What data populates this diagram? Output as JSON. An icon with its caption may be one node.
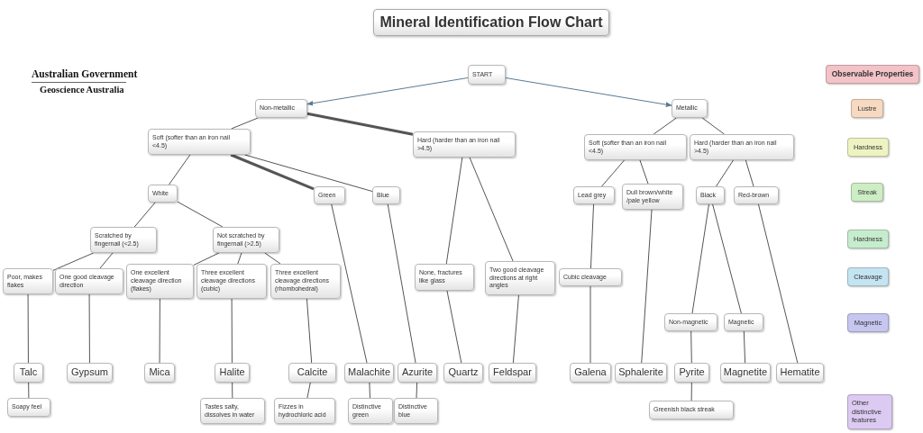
{
  "diagram": {
    "title": "Mineral Identification Flow Chart",
    "nodes": [
      {
        "text": [
          "START"
        ]
      },
      {
        "text": [
          "Non-metallic"
        ]
      },
      {
        "text": [
          "Metallic"
        ]
      },
      {
        "text": [
          "Soft (softer than an iron nail <4.5)"
        ]
      },
      {
        "text": [
          "Hard (harder than an iron nail >4.5)"
        ]
      },
      {
        "text": [
          "Soft (softer than an iron nail <4.5)"
        ]
      },
      {
        "text": [
          "Hard (harder than an iron nail >4.5)"
        ]
      },
      {
        "text": [
          "White"
        ]
      },
      {
        "text": [
          "Green"
        ]
      },
      {
        "text": [
          "Blue"
        ]
      },
      {
        "text": [
          "Lead grey"
        ]
      },
      {
        "text": [
          "Dull brown/white /pale yellow"
        ]
      },
      {
        "text": [
          "Black"
        ]
      },
      {
        "text": [
          "Red-brown"
        ]
      },
      {
        "text": [
          "Scratched by fingernail (<2.5)"
        ]
      },
      {
        "text": [
          "Not scratched by fingernail (>2.5)"
        ]
      },
      {
        "text": [
          "Poor, makes flakes"
        ]
      },
      {
        "text": [
          "One good cleavage direction"
        ]
      },
      {
        "text": [
          "One excellent cleavage direction (flakes)"
        ]
      },
      {
        "text": [
          "Three excellent cleavage directions (cubic)"
        ]
      },
      {
        "text": [
          "Three excellent cleavage directions (rhombohedral)"
        ]
      },
      {
        "text": [
          "None, fractures like glass"
        ]
      },
      {
        "text": [
          "Two good cleavage directions at right angles"
        ]
      },
      {
        "text": [
          "Cubic cleavage"
        ]
      },
      {
        "text": [
          "Non-magnetic"
        ]
      },
      {
        "text": [
          "Magnetic"
        ]
      },
      {
        "text": [
          "Talc"
        ]
      },
      {
        "text": [
          "Gypsum"
        ]
      },
      {
        "text": [
          "Mica"
        ]
      },
      {
        "text": [
          "Halite"
        ]
      },
      {
        "text": [
          "Calcite"
        ]
      },
      {
        "text": [
          "Malachite"
        ]
      },
      {
        "text": [
          "Azurite"
        ]
      },
      {
        "text": [
          "Quartz"
        ]
      },
      {
        "text": [
          "Feldspar"
        ]
      },
      {
        "text": [
          "Galena"
        ]
      },
      {
        "text": [
          "Sphalerite"
        ]
      },
      {
        "text": [
          "Pyrite"
        ]
      },
      {
        "text": [
          "Magnetite"
        ]
      },
      {
        "text": [
          "Hematite"
        ]
      },
      {
        "text": [
          "Soapy feel"
        ]
      },
      {
        "text": [
          "Tastes salty, dissolves in water"
        ]
      },
      {
        "text": [
          "Fizzes in hydrochloric acid"
        ]
      },
      {
        "text": [
          "Distinctive green"
        ]
      },
      {
        "text": [
          "Distinctive blue"
        ]
      },
      {
        "text": [
          "Greenish black streak"
        ]
      }
    ],
    "edges": [
      {
        "from": 0,
        "to": 1,
        "arrow": "to",
        "color": "#5b7a93"
      },
      {
        "from": 0,
        "to": 2,
        "arrow": "to",
        "color": "#5b7a93"
      },
      {
        "from": 1,
        "to": 3,
        "arrow": "none"
      },
      {
        "from": 1,
        "to": 4,
        "arrow": "none",
        "style": "thick"
      },
      {
        "from": 2,
        "to": 5,
        "arrow": "none"
      },
      {
        "from": 2,
        "to": 6,
        "arrow": "none"
      },
      {
        "from": 3,
        "to": 7,
        "arrow": "none"
      },
      {
        "from": 3,
        "to": 8,
        "arrow": "none",
        "style": "thick"
      },
      {
        "from": 3,
        "to": 9,
        "arrow": "none"
      },
      {
        "from": 5,
        "to": 10,
        "arrow": "none"
      },
      {
        "from": 5,
        "to": 11,
        "arrow": "none"
      },
      {
        "from": 6,
        "to": 12,
        "arrow": "none"
      },
      {
        "from": 6,
        "to": 13,
        "arrow": "none"
      },
      {
        "from": 7,
        "to": 14,
        "arrow": "none"
      },
      {
        "from": 7,
        "to": 15,
        "arrow": "none"
      },
      {
        "from": 14,
        "to": 16,
        "arrow": "none"
      },
      {
        "from": 14,
        "to": 17,
        "arrow": "none"
      },
      {
        "from": 15,
        "to": 18,
        "arrow": "none"
      },
      {
        "from": 15,
        "to": 19,
        "arrow": "none"
      },
      {
        "from": 15,
        "to": 20,
        "arrow": "none"
      },
      {
        "from": 4,
        "to": 21,
        "arrow": "none"
      },
      {
        "from": 4,
        "to": 22,
        "arrow": "none"
      },
      {
        "from": 10,
        "to": 23,
        "arrow": "none"
      },
      {
        "from": 12,
        "to": 24,
        "arrow": "none"
      },
      {
        "from": 12,
        "to": 25,
        "arrow": "none"
      },
      {
        "from": 16,
        "to": 26,
        "arrow": "none"
      },
      {
        "from": 17,
        "to": 27,
        "arrow": "none"
      },
      {
        "from": 18,
        "to": 28,
        "arrow": "none"
      },
      {
        "from": 19,
        "to": 29,
        "arrow": "none"
      },
      {
        "from": 20,
        "to": 30,
        "arrow": "none"
      },
      {
        "from": 8,
        "to": 31,
        "arrow": "none"
      },
      {
        "from": 9,
        "to": 32,
        "arrow": "none"
      },
      {
        "from": 21,
        "to": 33,
        "arrow": "none"
      },
      {
        "from": 22,
        "to": 34,
        "arrow": "none"
      },
      {
        "from": 23,
        "to": 35,
        "arrow": "none"
      },
      {
        "from": 11,
        "to": 36,
        "arrow": "none"
      },
      {
        "from": 24,
        "to": 37,
        "arrow": "none"
      },
      {
        "from": 25,
        "to": 38,
        "arrow": "none"
      },
      {
        "from": 13,
        "to": 39,
        "arrow": "none"
      },
      {
        "from": 26,
        "to": 40,
        "arrow": "none"
      },
      {
        "from": 29,
        "to": 41,
        "arrow": "none"
      },
      {
        "from": 30,
        "to": 42,
        "arrow": "none"
      },
      {
        "from": 31,
        "to": 43,
        "arrow": "none"
      },
      {
        "from": 32,
        "to": 44,
        "arrow": "none"
      },
      {
        "from": 37,
        "to": 45,
        "arrow": "none"
      }
    ],
    "labels": [
      "Australian Government",
      "Geoscience Australia",
      "Observable Properties"
    ],
    "legend": [
      {
        "text": "Lustre",
        "color": "#f6d9c0"
      },
      {
        "text": "Hardness",
        "color": "#eef3c2"
      },
      {
        "text": "Streak",
        "color": "#cdeec4"
      },
      {
        "text": "Hardness",
        "color": "#c6ecce"
      },
      {
        "text": "Cleavage",
        "color": "#c4e4f2"
      },
      {
        "text": "Magnetic",
        "color": "#c6c6f0"
      },
      {
        "text": "Other distinctive features",
        "color": "#dccaf2"
      }
    ]
  }
}
